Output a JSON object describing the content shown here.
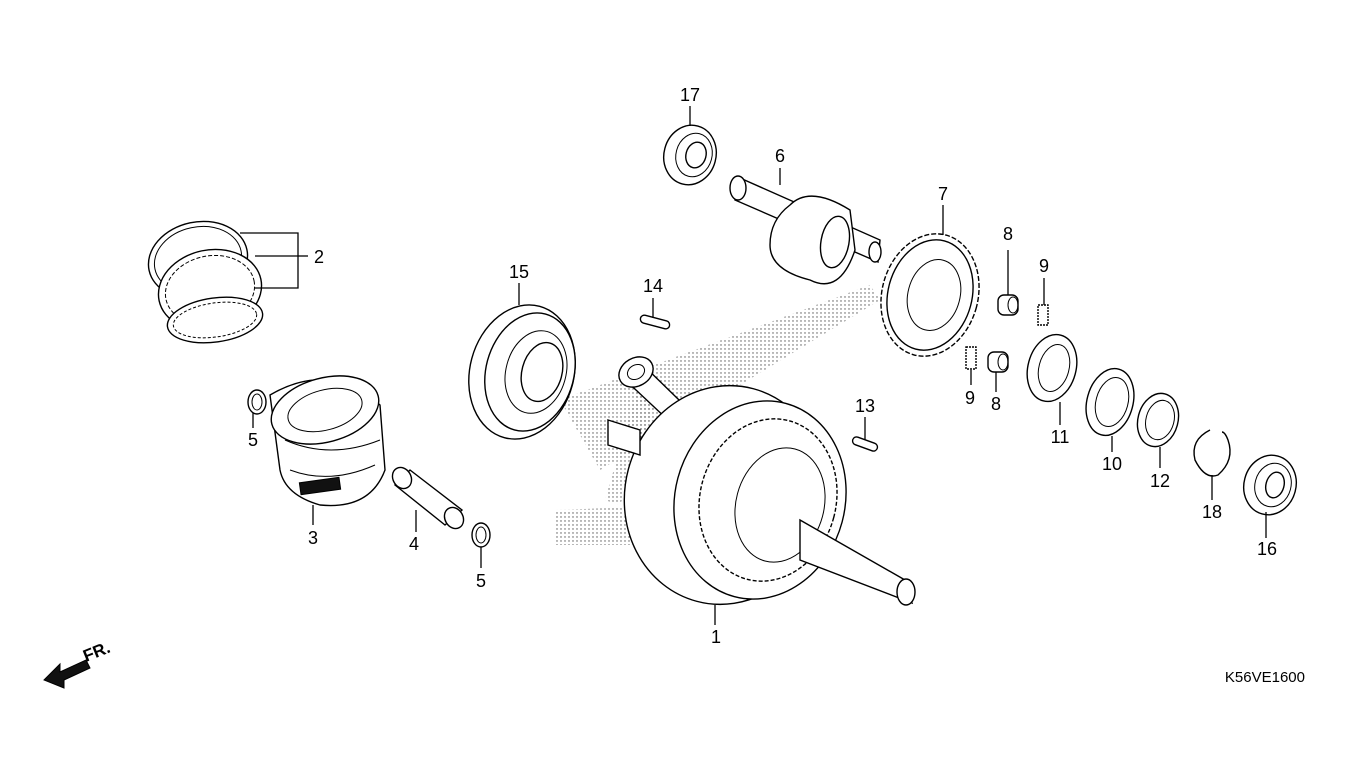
{
  "callouts": {
    "p1": "1",
    "p2": "2",
    "p3": "3",
    "p4": "4",
    "p5a": "5",
    "p5b": "5",
    "p6": "6",
    "p7": "7",
    "p8a": "8",
    "p8b": "8",
    "p9a": "9",
    "p9b": "9",
    "p10": "10",
    "p11": "11",
    "p12": "12",
    "p13": "13",
    "p14": "14",
    "p15": "15",
    "p16": "16",
    "p17": "17",
    "p18": "18"
  },
  "direction": {
    "label": "FR.",
    "icon": "front-arrow-icon"
  },
  "diagram_code": "K56VE1600"
}
